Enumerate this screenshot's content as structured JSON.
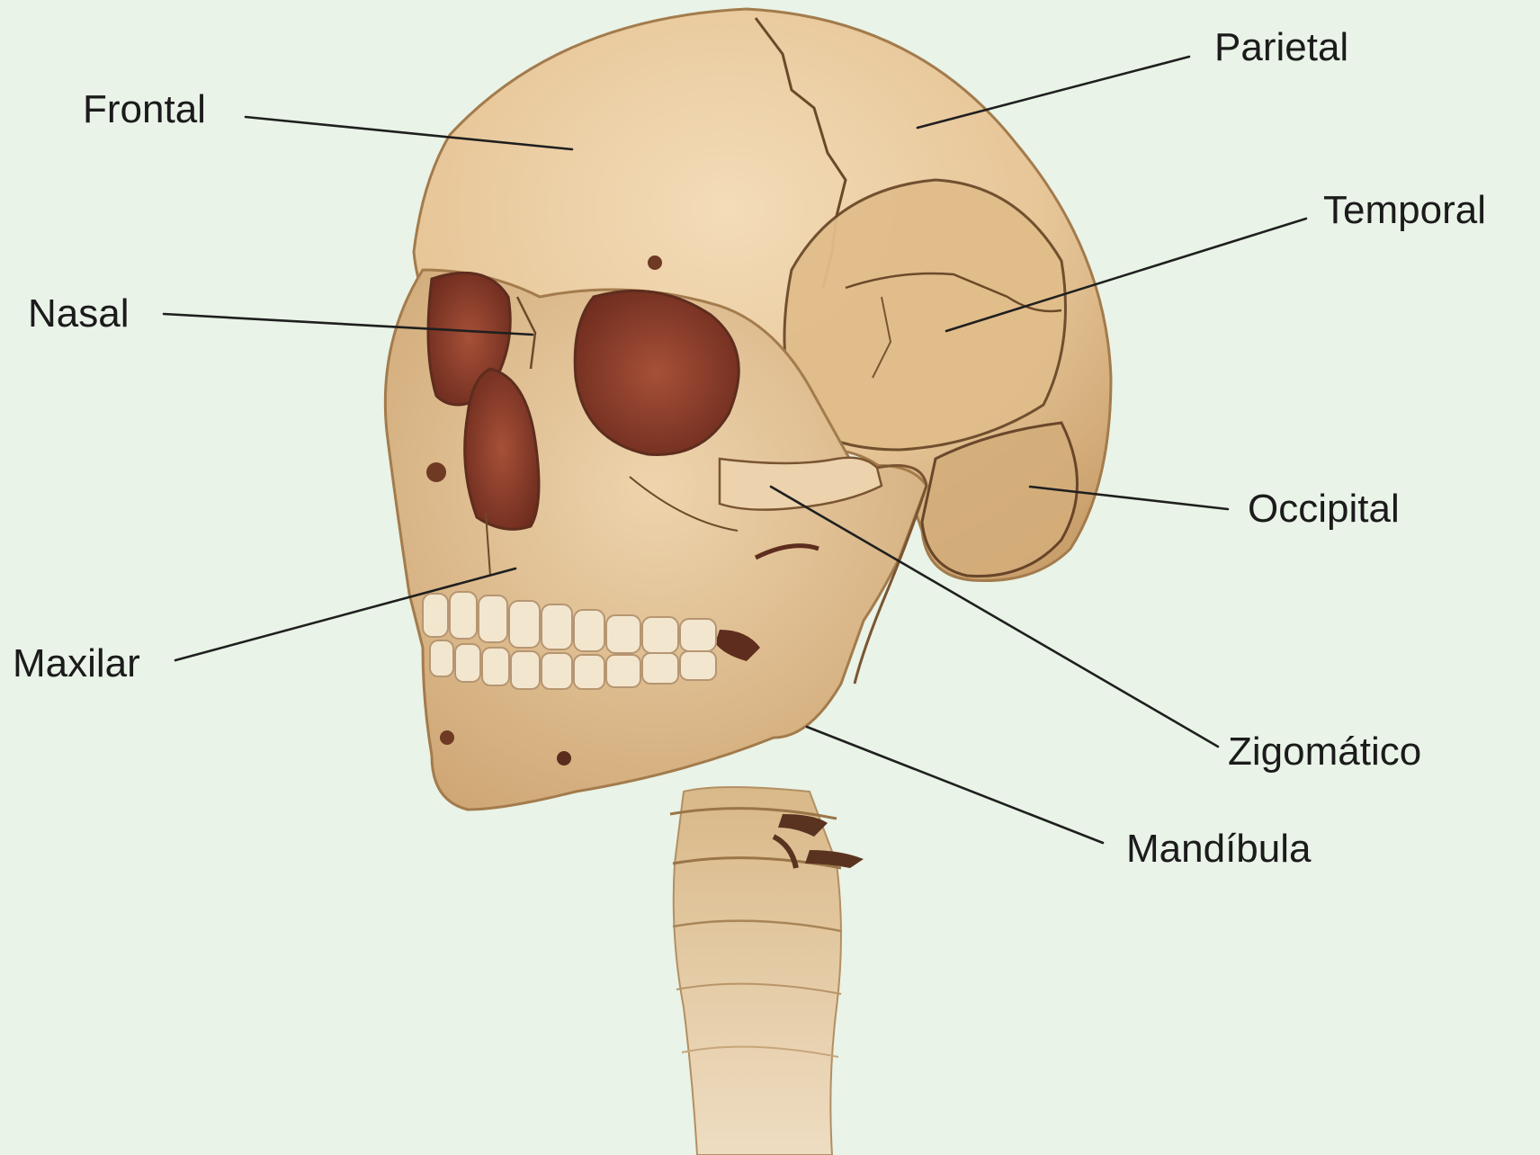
{
  "diagram": {
    "background_color": "#e9f3e7",
    "bone_color": "#e8c9a0",
    "cavity_color": "#8e3f2c",
    "labels": {
      "frontal": "Frontal",
      "parietal": "Parietal",
      "temporal": "Temporal",
      "nasal": "Nasal",
      "occipital": "Occipital",
      "maxilar": "Maxilar",
      "zigomatico": "Zigomático",
      "mandibula": "Mandíbula"
    }
  }
}
